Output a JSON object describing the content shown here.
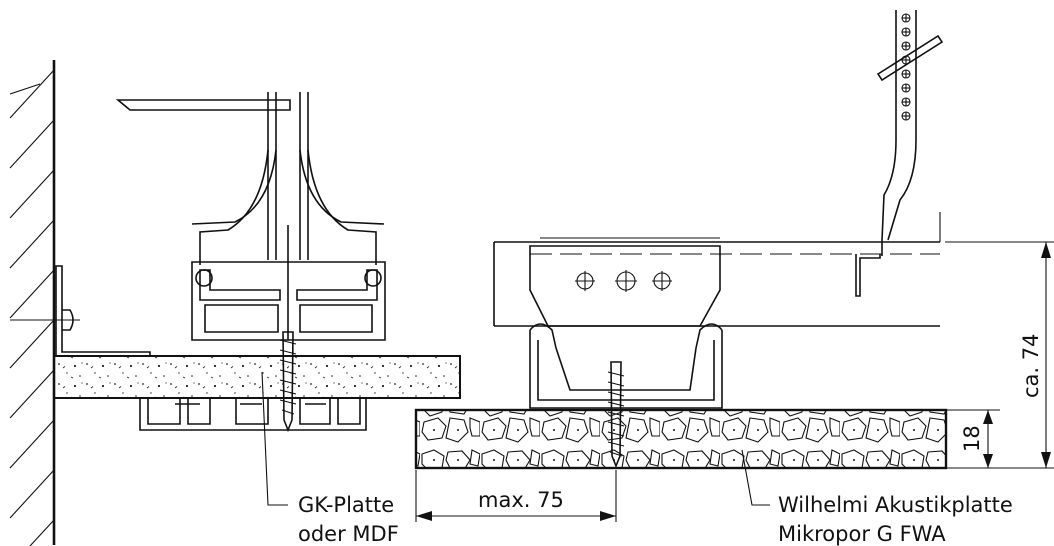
{
  "labels": {
    "gk_platte_line1": "GK-Platte",
    "gk_platte_line2": "oder MDF",
    "akustik_line1": "Wilhelmi Akustikplatte",
    "akustik_line2": "Mikropor G FWA"
  },
  "dimensions": {
    "max_width": "max. 75",
    "total_height": "ca. 74",
    "panel_thickness": "18"
  }
}
